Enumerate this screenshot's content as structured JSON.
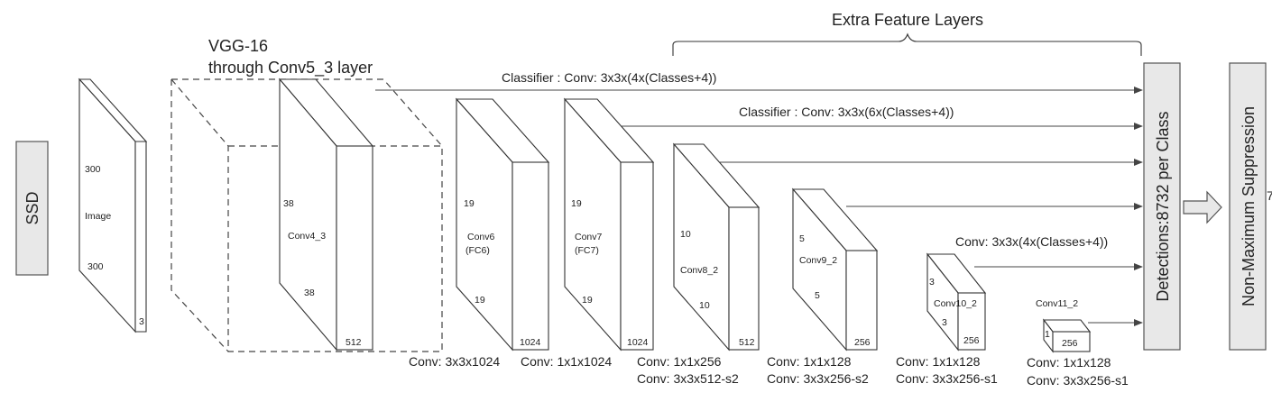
{
  "extra_feature_layers": "Extra Feature Layers",
  "ssd": "SSD",
  "vgg": {
    "line1": "VGG-16",
    "line2": "through Conv5_3 layer"
  },
  "classifier1": "Classifier : Conv: 3x3x(4x(Classes+4))",
  "classifier2": "Classifier : Conv: 3x3x(6x(Classes+4))",
  "classifier3": "Conv: 3x3x(4x(Classes+4))",
  "detections": "Detections:8732  per Class",
  "nms": "Non-Maximum Suppression",
  "edge_char": "7",
  "image": {
    "h": "300",
    "name": "Image",
    "w": "300",
    "d": "3"
  },
  "conv4_3": {
    "h": "38",
    "name": "Conv4_3",
    "w": "38",
    "d": "512"
  },
  "conv6": {
    "h": "19",
    "name1": "Conv6",
    "name2": "(FC6)",
    "w": "19",
    "d": "1024"
  },
  "conv7": {
    "h": "19",
    "name1": "Conv7",
    "name2": "(FC7)",
    "w": "19",
    "d": "1024"
  },
  "conv8_2": {
    "h": "10",
    "name": "Conv8_2",
    "w": "10",
    "d": "512"
  },
  "conv9_2": {
    "h": "5",
    "name": "Conv9_2",
    "w": "5",
    "d": "256"
  },
  "conv10_2": {
    "h": "3",
    "name": "Conv10_2",
    "w": "3",
    "d": "256"
  },
  "conv11_2": {
    "h": "1",
    "name": "Conv11_2",
    "d": "256"
  },
  "captions": {
    "c1": "Conv: 3x3x1024",
    "c2": "Conv: 1x1x1024",
    "c3a": "Conv: 1x1x256",
    "c3b": "Conv:  3x3x512-s2",
    "c4a": "Conv: 1x1x128",
    "c4b": "Conv: 3x3x256-s2",
    "c5a": "Conv: 1x1x128",
    "c5b": "Conv: 3x3x256-s1",
    "c6a": "Conv: 1x1x128",
    "c6b": "Conv: 3x3x256-s1"
  }
}
